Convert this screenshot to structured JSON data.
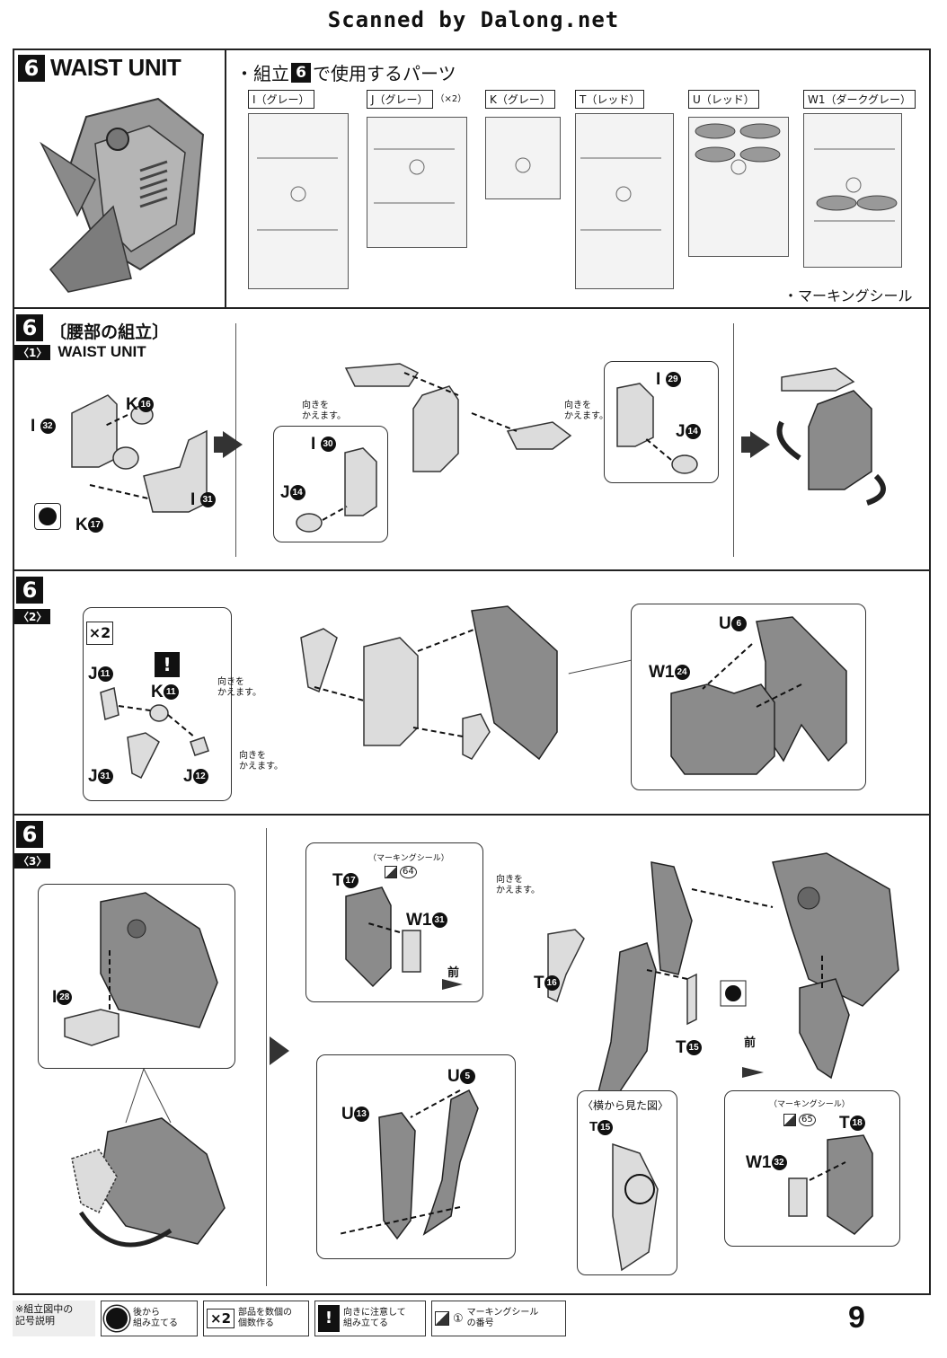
{
  "scan_header": "Scanned by Dalong.net",
  "header": {
    "step_number": "6",
    "title": "WAIST UNIT",
    "parts_heading_prefix": "・組立",
    "parts_heading_step": "6",
    "parts_heading_suffix": "で使用するパーツ",
    "runners": [
      {
        "label": "I（グレー）",
        "qty": ""
      },
      {
        "label": "J（グレー）",
        "qty": "（×2）"
      },
      {
        "label": "K（グレー）",
        "qty": ""
      },
      {
        "label": "T（レッド）",
        "qty": ""
      },
      {
        "label": "U（レッド）",
        "qty": ""
      },
      {
        "label": "W1（ダークグレー）",
        "qty": ""
      }
    ],
    "marking_seal": "・マーキングシール"
  },
  "section1": {
    "step": "6",
    "title": "〔腰部の組立〕",
    "sub": "〈1〉",
    "subtitle": "WAIST UNIT",
    "labels": {
      "i32": "I",
      "i32n": "32",
      "k16": "K",
      "k16n": "16",
      "k17": "K",
      "k17n": "17",
      "i31": "I",
      "i31n": "31",
      "i30": "I",
      "i30n": "30",
      "j14a": "J",
      "j14an": "14",
      "i29": "I",
      "i29n": "29",
      "j14b": "J",
      "j14bn": "14"
    },
    "note_a": "向きを\nかえます。",
    "note_b": "向きを\nかえます。"
  },
  "section2": {
    "step": "6",
    "sub": "〈2〉",
    "x2": "×2",
    "warn": "!",
    "labels": {
      "j11": "J",
      "j11n": "11",
      "k11": "K",
      "k11n": "11",
      "j31": "J",
      "j31n": "31",
      "j12": "J",
      "j12n": "12",
      "u6": "U",
      "u6n": "6",
      "w124": "W1",
      "w124n": "24"
    },
    "note_a": "向きを\nかえます。",
    "note_b": "向きを\nかえます。"
  },
  "section3": {
    "step": "6",
    "sub": "〈3〉",
    "labels": {
      "i28": "I",
      "i28n": "28",
      "t17": "T",
      "t17n": "17",
      "w131": "W1",
      "w131n": "31",
      "seal64": "64",
      "seal_label_a": "（マーキングシール）",
      "front_a": "前",
      "t16": "T",
      "t16n": "16",
      "t15": "T",
      "t15n": "15",
      "front_b": "前",
      "u13": "U",
      "u13n": "13",
      "u5": "U",
      "u5n": "5",
      "side_view": "〈横から見た図〉",
      "t15b": "T",
      "t15bn": "15",
      "seal_label_b": "（マーキングシール）",
      "seal65": "65",
      "t18": "T",
      "t18n": "18",
      "w132": "W1",
      "w132n": "32"
    },
    "note_a": "向きを\nかえます。"
  },
  "legend": {
    "title": "※組立図中の\n記号説明",
    "items": [
      {
        "text": "後から\n組み立てる"
      },
      {
        "symbol": "×2",
        "text": "部品を数個の\n個数作る"
      },
      {
        "symbol": "!",
        "text": "向きに注意して\n組み立てる"
      },
      {
        "symbol": "①",
        "text": "マーキングシール\nの番号"
      }
    ]
  },
  "page_number": "9"
}
